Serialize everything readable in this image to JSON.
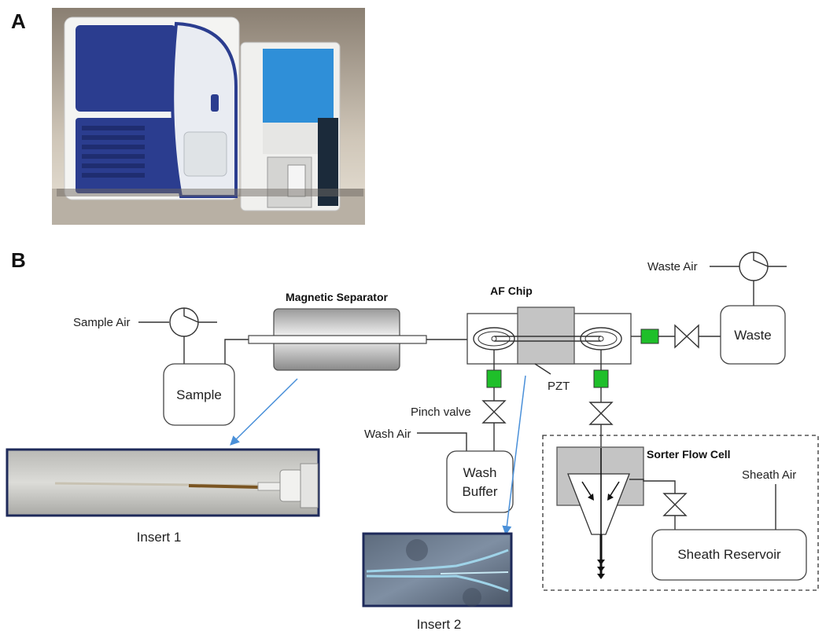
{
  "panels": {
    "a": "A",
    "b": "B"
  },
  "labels": {
    "sample_air": "Sample Air",
    "magnetic_separator": "Magnetic Separator",
    "af_chip": "AF Chip",
    "waste_air": "Waste Air",
    "waste": "Waste",
    "sample": "Sample",
    "pzt": "PZT",
    "pinch_valve": "Pinch valve",
    "wash_air": "Wash Air",
    "wash_buffer_1": "Wash",
    "wash_buffer_2": "Buffer",
    "sorter_flow_cell": "Sorter Flow Cell",
    "sheath_air": "Sheath Air",
    "sheath_reservoir": "Sheath Reservoir",
    "insert_1": "Insert 1",
    "insert_2": "Insert 2"
  },
  "colors": {
    "pinch_valve_green": "#1fbf2a",
    "arrow_blue": "#4a90d9",
    "instrument_blue": "#2b3d8f",
    "accent_cyan": "#2f8fd8"
  }
}
